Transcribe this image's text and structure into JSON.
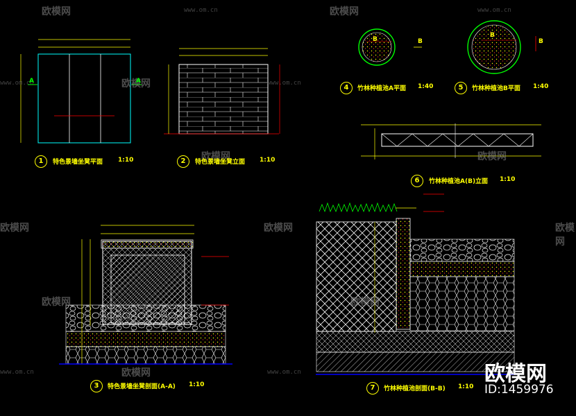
{
  "watermark": {
    "brand": "欧模网",
    "url": "www.om.cn"
  },
  "stamp": {
    "brand": "欧模网",
    "id_label": "ID:1459976"
  },
  "drawings": [
    {
      "num": "1",
      "title": "特色景墙坐凳平面",
      "scale": "1:10"
    },
    {
      "num": "2",
      "title": "特色景墙坐凳立面",
      "scale": "1:10"
    },
    {
      "num": "3",
      "title": "特色景墙坐凳剖面(A-A)",
      "scale": "1:10"
    },
    {
      "num": "4",
      "title": "竹林种植池A平面",
      "scale": "1:40"
    },
    {
      "num": "5",
      "title": "竹林种植池B平面",
      "scale": "1:40"
    },
    {
      "num": "6",
      "title": "竹林种植池A(B)立面",
      "scale": "1:10"
    },
    {
      "num": "7",
      "title": "竹林种植池剖面(B-B)",
      "scale": "1:10"
    }
  ],
  "section_marks": {
    "a": "A",
    "b": "B"
  },
  "colors": {
    "bg": "#000000",
    "dim": "#ffff00",
    "line": "#ffffff",
    "outline": "#00ff00",
    "cyan": "#00ffff",
    "leader": "#ff0000"
  }
}
